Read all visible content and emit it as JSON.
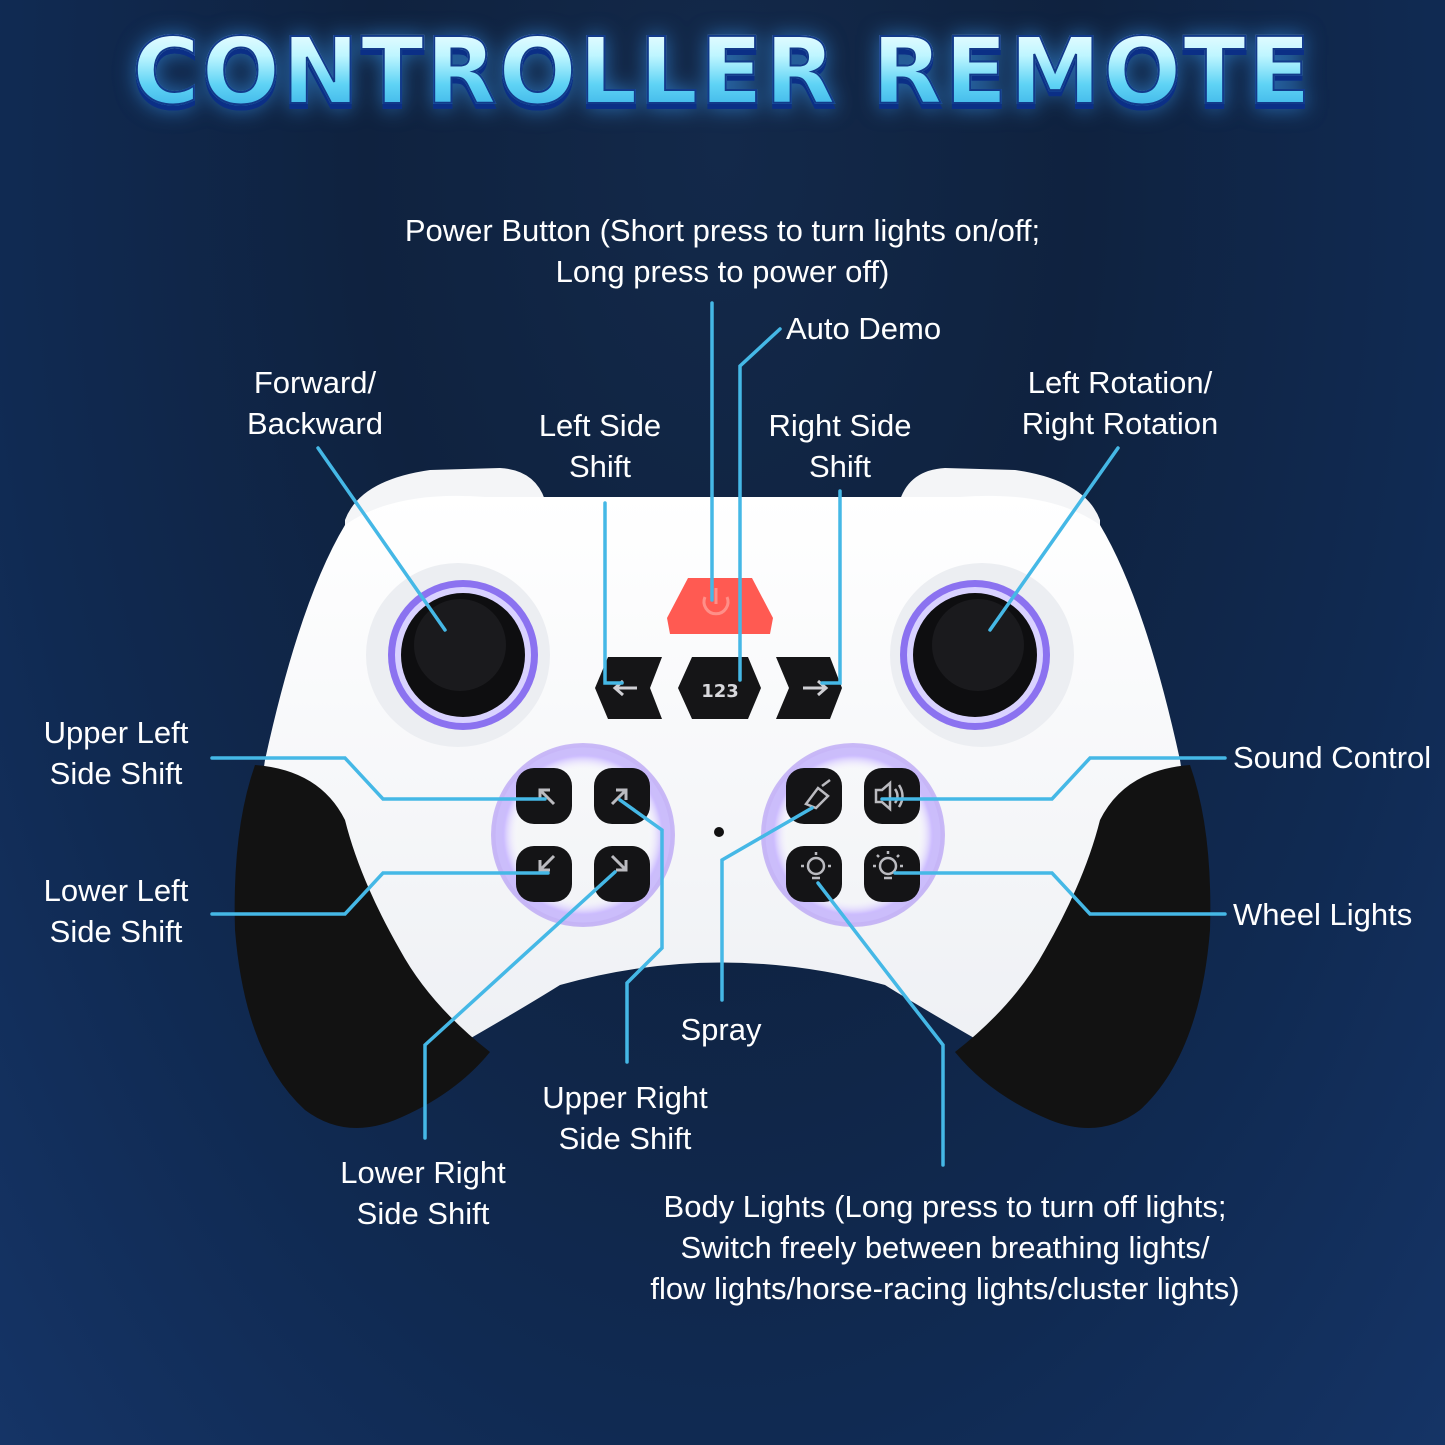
{
  "title": "CONTROLLER REMOTE",
  "colors": {
    "background": "#0f223f",
    "title_fill": "#7fe2ff",
    "leader_line": "#45b8e6",
    "body": "#ffffff",
    "grip": "#111111",
    "power_button": "#ff5a52",
    "ring_glow": "#8a6cf0"
  },
  "labels": {
    "power": [
      "Power Button (Short press to turn lights on/off;",
      "Long press to power off)"
    ],
    "auto_demo": "Auto Demo",
    "forward_backward": [
      "Forward/",
      "Backward"
    ],
    "left_side_shift": [
      "Left Side",
      "Shift"
    ],
    "right_side_shift": [
      "Right Side",
      "Shift"
    ],
    "rotation": [
      "Left Rotation/",
      "Right Rotation"
    ],
    "upper_left": [
      "Upper Left",
      "Side Shift"
    ],
    "lower_left": [
      "Lower Left",
      "Side Shift"
    ],
    "sound_control": "Sound Control",
    "wheel_lights": "Wheel Lights",
    "spray": "Spray",
    "upper_right": [
      "Upper Right",
      "Side Shift"
    ],
    "lower_right": [
      "Lower Right",
      "Side Shift"
    ],
    "body_lights": [
      "Body Lights (Long press to turn off lights;",
      "Switch freely between breathing lights/",
      "flow lights/horse-racing lights/cluster lights)"
    ]
  },
  "icons": {
    "power_button": "power-icon",
    "left_shift_button": "arrow-left-icon",
    "demo_button": "demo-123-icon",
    "right_shift_button": "arrow-right-icon",
    "upper_left_button": "arrow-up-left-icon",
    "upper_right_button": "arrow-up-right-icon",
    "lower_left_button": "arrow-down-left-icon",
    "lower_right_button": "arrow-down-right-icon",
    "spray_button": "spray-icon",
    "sound_button": "speaker-icon",
    "body_lights_button": "bulb-icon",
    "wheel_lights_button": "bulb-bright-icon"
  }
}
